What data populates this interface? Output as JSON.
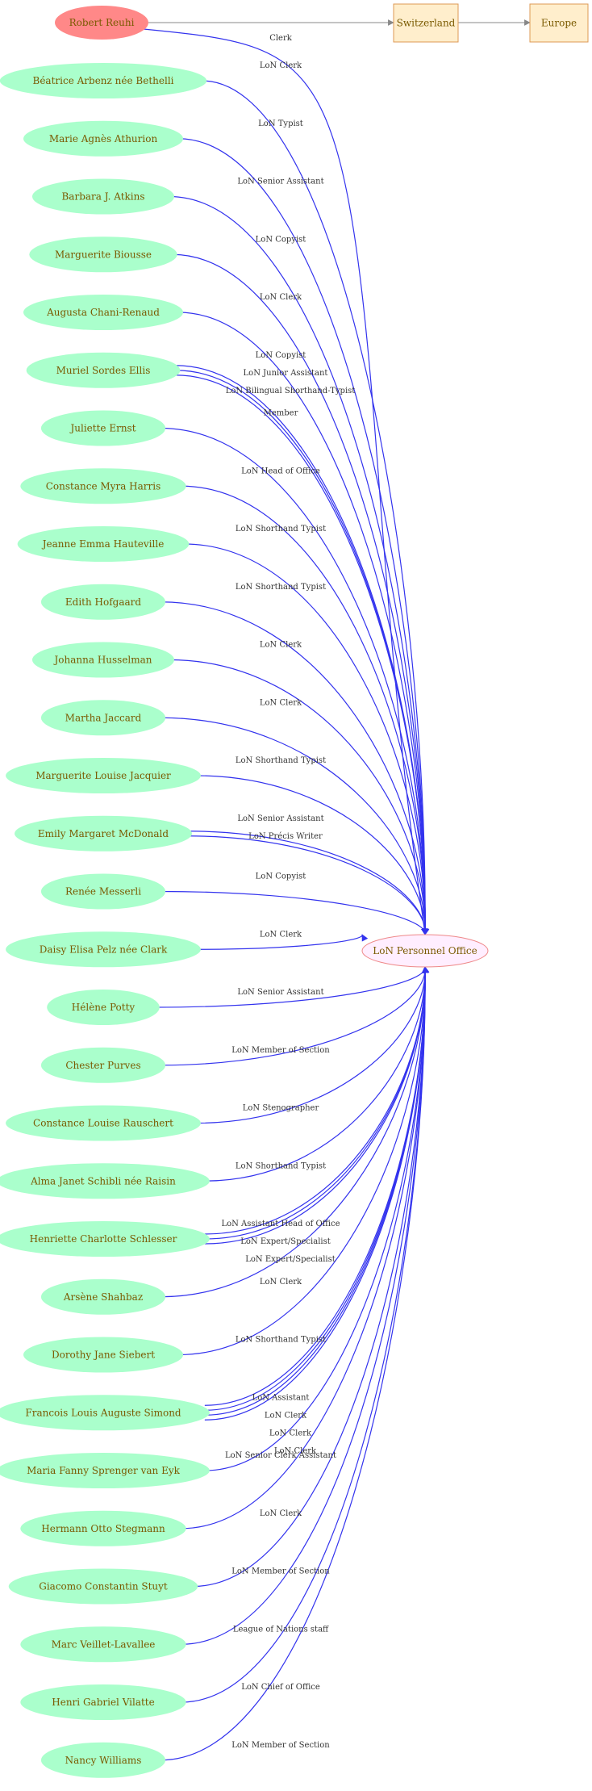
{
  "colors": {
    "person_fill": "#aaffcc",
    "focus_fill": "#ff8888",
    "office_fill": "#ffeeff",
    "office_stroke": "#ee8888",
    "place_fill": "#ffeecc",
    "place_stroke": "#dd9955",
    "edge_blue": "#3333ee",
    "edge_gray": "#888888",
    "label_text": "#7a5a00"
  },
  "focus_person": {
    "id": "robert",
    "label": "Robert Reuhi",
    "edge_label": "Clerk"
  },
  "office": {
    "id": "lon_office",
    "label": "LoN Personnel Office"
  },
  "places": [
    {
      "id": "switzerland",
      "label": "Switzerland"
    },
    {
      "id": "europe",
      "label": "Europe"
    }
  ],
  "people": [
    {
      "id": "p1",
      "label": "Béatrice Arbenz née Bethelli",
      "edges": [
        "LoN Clerk"
      ]
    },
    {
      "id": "p2",
      "label": "Marie Agnès Athurion",
      "edges": [
        "LoN Typist"
      ]
    },
    {
      "id": "p3",
      "label": "Barbara J. Atkins",
      "edges": [
        "LoN Senior Assistant"
      ]
    },
    {
      "id": "p4",
      "label": "Marguerite Biousse",
      "edges": [
        "LoN Copyist"
      ]
    },
    {
      "id": "p5",
      "label": "Augusta Chani-Renaud",
      "edges": [
        "LoN Clerk"
      ]
    },
    {
      "id": "p6",
      "label": "Muriel Sordes Ellis",
      "edges": [
        "LoN Copyist",
        "LoN Junior Assistant",
        "LoN Bilingual Shorthand-Typist"
      ]
    },
    {
      "id": "p7",
      "label": "Juliette Ernst",
      "edges": [
        "Member"
      ]
    },
    {
      "id": "p8",
      "label": "Constance Myra Harris",
      "edges": [
        "LoN Head of Office"
      ]
    },
    {
      "id": "p9",
      "label": "Jeanne Emma Hauteville",
      "edges": [
        "LoN Shorthand Typist"
      ]
    },
    {
      "id": "p10",
      "label": "Edith Hofgaard",
      "edges": [
        "LoN Shorthand Typist"
      ]
    },
    {
      "id": "p11",
      "label": "Johanna Husselman",
      "edges": [
        "LoN Clerk"
      ]
    },
    {
      "id": "p12",
      "label": "Martha Jaccard",
      "edges": [
        "LoN Clerk"
      ]
    },
    {
      "id": "p13",
      "label": "Marguerite Louise Jacquier",
      "edges": [
        "LoN Shorthand Typist"
      ]
    },
    {
      "id": "p14",
      "label": "Emily Margaret McDonald",
      "edges": [
        "LoN Senior Assistant",
        "LoN Précis Writer"
      ]
    },
    {
      "id": "p15",
      "label": "Renée Messerli",
      "edges": [
        "LoN Copyist"
      ]
    },
    {
      "id": "p16",
      "label": "Daisy Elisa Pelz née Clark",
      "edges": [
        "LoN Clerk"
      ]
    },
    {
      "id": "p17",
      "label": "Hélène Potty",
      "edges": [
        "LoN Senior Assistant"
      ]
    },
    {
      "id": "p18",
      "label": "Chester Purves",
      "edges": [
        "LoN Member of Section"
      ]
    },
    {
      "id": "p19",
      "label": "Constance Louise Rauschert",
      "edges": [
        "LoN Stenographer"
      ]
    },
    {
      "id": "p20",
      "label": "Alma Janet Schibli née Raisin",
      "edges": [
        "LoN Shorthand Typist"
      ]
    },
    {
      "id": "p21",
      "label": "Henriette Charlotte Schlesser",
      "edges": [
        "LoN Assistant Head of Office",
        "LoN Expert/Specialist",
        "LoN Expert/Specialist"
      ]
    },
    {
      "id": "p22",
      "label": "Arsène Shahbaz",
      "edges": [
        "LoN Clerk"
      ]
    },
    {
      "id": "p23",
      "label": "Dorothy Jane Siebert",
      "edges": [
        "LoN Shorthand Typist"
      ]
    },
    {
      "id": "p24",
      "label": "Francois Louis Auguste Simond",
      "edges": [
        "LoN Assistant",
        "LoN Clerk",
        "LoN Clerk",
        "LoN Clerk"
      ]
    },
    {
      "id": "p25",
      "label": "Maria Fanny  Sprenger van Eyk",
      "edges": [
        "LoN Senior Clerk Assistant"
      ]
    },
    {
      "id": "p26",
      "label": "Hermann Otto Stegmann",
      "edges": [
        "LoN Clerk"
      ]
    },
    {
      "id": "p27",
      "label": "Giacomo Constantin  Stuyt",
      "edges": [
        "LoN Member of Section"
      ]
    },
    {
      "id": "p28",
      "label": "Marc Veillet-Lavallee",
      "edges": [
        "League of Nations staff"
      ]
    },
    {
      "id": "p29",
      "label": "Henri Gabriel Vilatte",
      "edges": [
        "LoN Chief of Office"
      ]
    },
    {
      "id": "p30",
      "label": "Nancy Williams",
      "edges": [
        "LoN Member of Section"
      ]
    }
  ]
}
